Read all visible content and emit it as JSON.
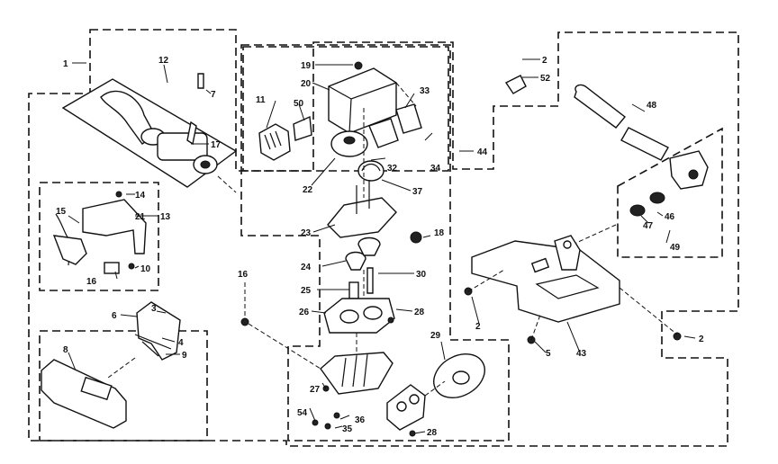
{
  "labels": {
    "l1": "1",
    "l12": "12",
    "l7": "7",
    "l17": "17",
    "l14": "14",
    "l15": "15",
    "l21": "21",
    "l13": "13",
    "l16a": "16",
    "l10": "10",
    "l16b": "16",
    "l6": "6",
    "l3": "3",
    "l4": "4",
    "l9": "9",
    "l8": "8",
    "l19": "19",
    "l20": "20",
    "l11": "11",
    "l50": "50",
    "l33": "33",
    "l22": "22",
    "l32": "32",
    "l34": "34",
    "l37": "37",
    "l44": "44",
    "l23": "23",
    "l18": "18",
    "l24": "24",
    "l30": "30",
    "l25": "25",
    "l26": "26",
    "l28a": "28",
    "l29": "29",
    "l27": "27",
    "l54": "54",
    "l36": "36",
    "l35": "35",
    "l28b": "28",
    "l2a": "2",
    "l52": "52",
    "l48": "48",
    "l46": "46",
    "l47": "47",
    "l49": "49",
    "l2b": "2",
    "l5": "5",
    "l43": "43",
    "l2c": "2"
  }
}
